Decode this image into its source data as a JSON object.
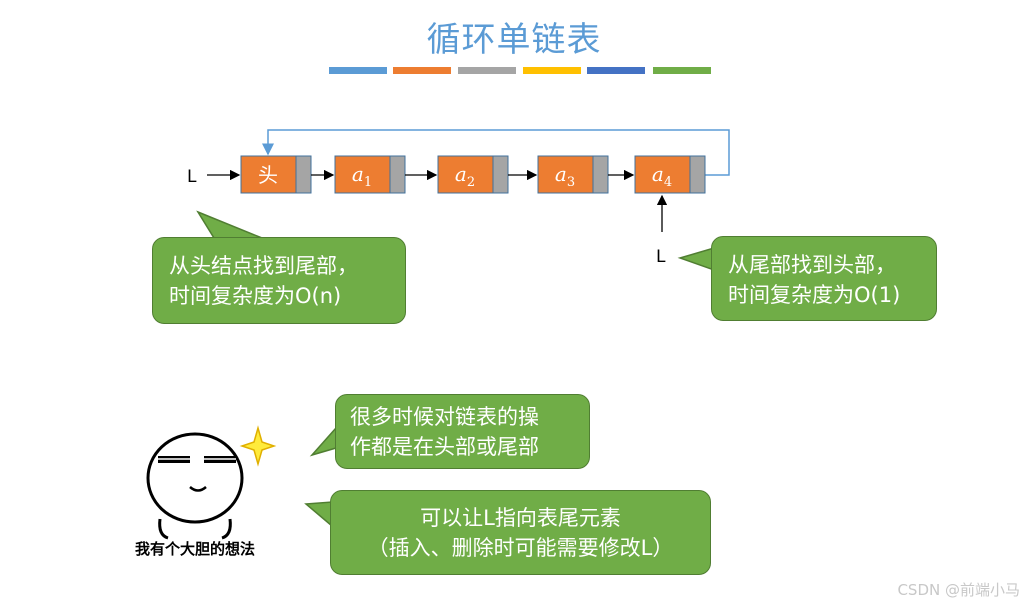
{
  "title": "循环单链表",
  "palette": [
    "#5b9bd5",
    "#ed7d31",
    "#a5a5a5",
    "#ffc000",
    "#4472c4",
    "#70ad47"
  ],
  "list": {
    "head_pointer_label": "L",
    "tail_pointer_label": "L",
    "head_node_label": "头",
    "nodes": [
      {
        "name": "a",
        "sub": "1"
      },
      {
        "name": "a",
        "sub": "2"
      },
      {
        "name": "a",
        "sub": "3"
      },
      {
        "name": "a",
        "sub": "4"
      }
    ],
    "node_color": "#ed7d31",
    "pointer_field_color": "#a5a5a5",
    "back_link_color": "#5b9bd5"
  },
  "bubbles": {
    "left_note": [
      "从头结点找到尾部，",
      "时间复杂度为O(n)"
    ],
    "right_note": [
      "从尾部找到头部，",
      "时间复杂度为O(1)"
    ],
    "ops_note": [
      "很多时候对链表的操",
      "作都是在头部或尾部"
    ],
    "idea_note": [
      "可以让L指向表尾元素",
      "（插入、删除时可能需要修改L）"
    ],
    "color": "#70ad47"
  },
  "meme": {
    "caption": "我有个大胆的想法"
  },
  "watermark": "CSDN @前端小马"
}
